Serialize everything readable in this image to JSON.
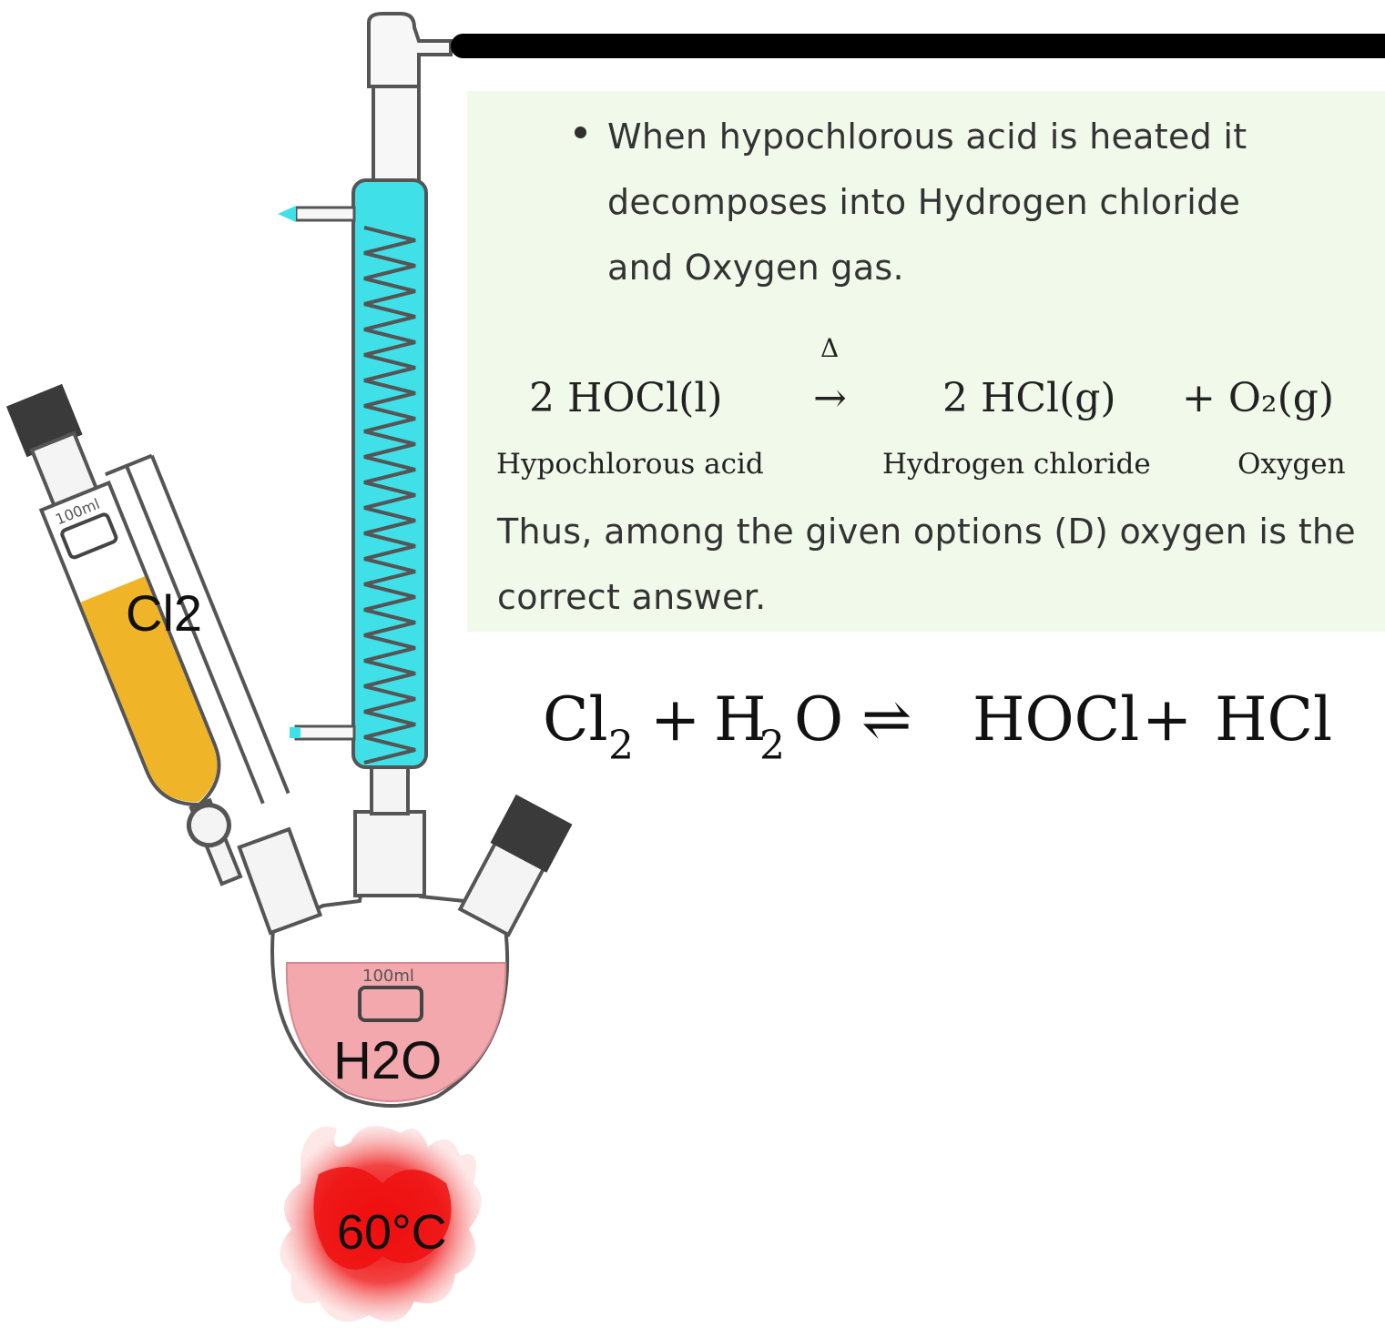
{
  "apparatus": {
    "graduation_labels": [
      "100ml",
      "100ml"
    ],
    "funnel_label": "Cl2",
    "flask_label": "H2O",
    "flame_label": "60°C",
    "colors": {
      "condenser_water": "#3fe0e8",
      "chlorine_liquid": "#f0b429",
      "flask_liquid": "#f2a8ad",
      "flame": "#ee1111",
      "stopper": "#3a3a3a"
    }
  },
  "info_box": {
    "bullet": "When hypochlorous acid is heated it\ndecomposes into Hydrogen chloride\nand Oxygen gas.",
    "reaction": {
      "reactant": "2 HOCl(l)",
      "condition": "Δ",
      "arrow": "→",
      "product1": "2 HCl(g)",
      "product2": "+ O₂(g)",
      "reactant_name": "Hypochlorous  acid",
      "product1_name": "Hydrogen  chloride",
      "product2_name": "Oxygen"
    },
    "conclusion": "Thus, among the given options (D) oxygen is the correct answer."
  },
  "equation": {
    "cl": "Cl",
    "sub1": "2",
    "plus1": "+",
    "h": "H",
    "sub2": "2",
    "o": "O",
    "equilibrium": "⇌",
    "hocl": "HOCl",
    "plus2": "+",
    "hcl": "HCl"
  }
}
